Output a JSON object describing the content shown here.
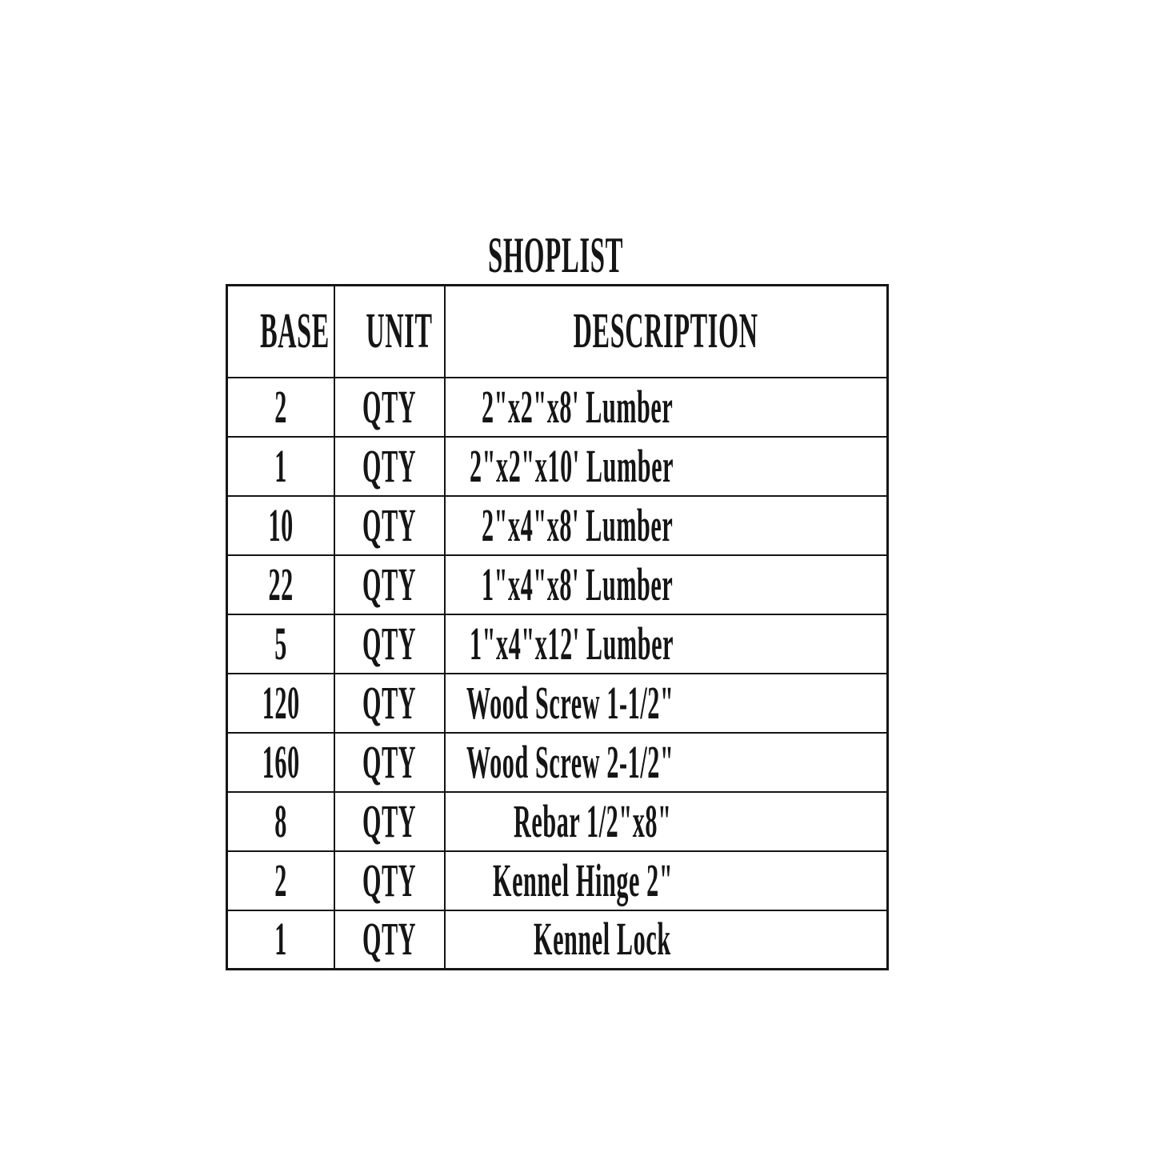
{
  "page": {
    "title": "SHOPLIST"
  },
  "table": {
    "columns": [
      {
        "key": "base",
        "label": "BASE"
      },
      {
        "key": "unit",
        "label": "UNIT"
      },
      {
        "key": "description",
        "label": "DESCRIPTION"
      }
    ],
    "rows": [
      {
        "base": "2",
        "unit": "QTY",
        "description": "2\"x2\"x8' Lumber"
      },
      {
        "base": "1",
        "unit": "QTY",
        "description": "2\"x2\"x10' Lumber"
      },
      {
        "base": "10",
        "unit": "QTY",
        "description": "2\"x4\"x8' Lumber"
      },
      {
        "base": "22",
        "unit": "QTY",
        "description": "1\"x4\"x8' Lumber"
      },
      {
        "base": "5",
        "unit": "QTY",
        "description": "1\"x4\"x12' Lumber"
      },
      {
        "base": "120",
        "unit": "QTY",
        "description": "Wood Screw 1-1/2\""
      },
      {
        "base": "160",
        "unit": "QTY",
        "description": "Wood Screw 2-1/2\""
      },
      {
        "base": "8",
        "unit": "QTY",
        "description": "Rebar 1/2\"x8\""
      },
      {
        "base": "2",
        "unit": "QTY",
        "description": "Kennel Hinge 2\""
      },
      {
        "base": "1",
        "unit": "QTY",
        "description": "Kennel Lock"
      }
    ],
    "colors": {
      "text": "#151515",
      "border": "#151515",
      "background": "#ffffff"
    }
  }
}
